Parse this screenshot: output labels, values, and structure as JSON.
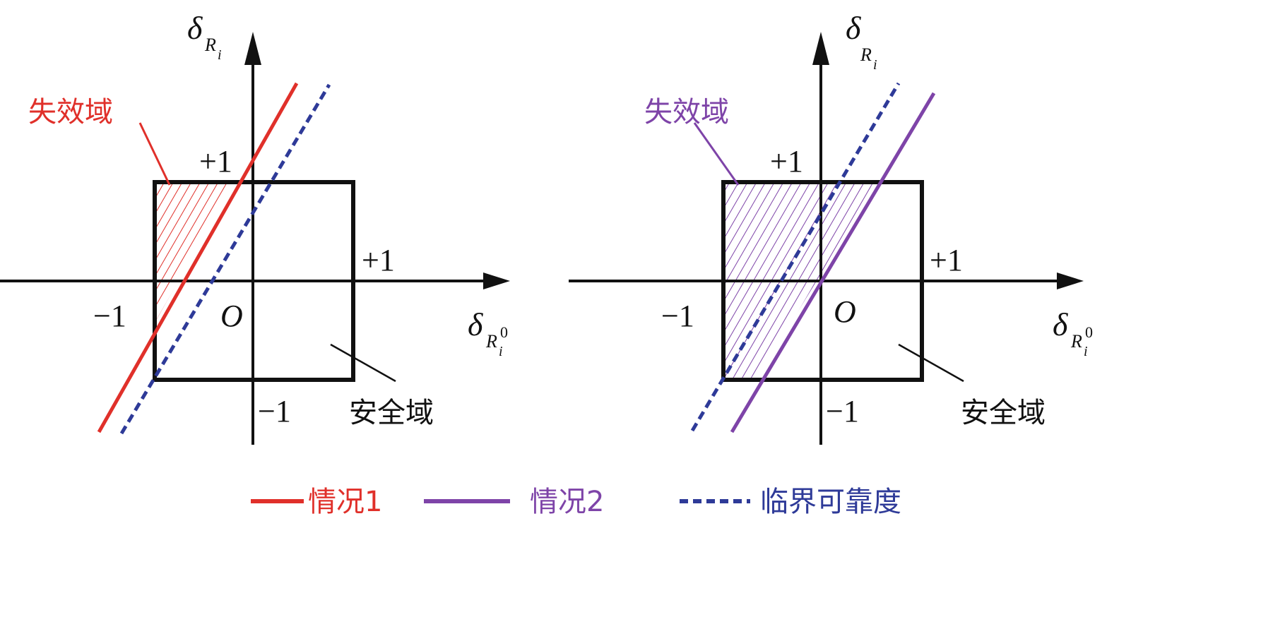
{
  "colors": {
    "case1": "#e0302a",
    "case2": "#7e44a8",
    "critical": "#2e3a98",
    "axis": "#111111"
  },
  "panels": [
    {
      "failure_label": "失效域",
      "safe_label": "安全域",
      "y_axis": {
        "symbol": "δ",
        "subscript": "R",
        "subsub": "i"
      },
      "x_axis": {
        "symbol": "δ",
        "subscript": "R",
        "subsub": "i",
        "superscript": "0"
      },
      "tick_pos_y": "+1",
      "tick_pos_x": "+1",
      "tick_neg_x": "−1",
      "tick_neg_y": "−1",
      "origin": "O"
    },
    {
      "failure_label": "失效域",
      "safe_label": "安全域",
      "y_axis": {
        "symbol": "δ",
        "subscript": "R",
        "subsub": "i"
      },
      "x_axis": {
        "symbol": "δ",
        "subscript": "R",
        "subsub": "i",
        "superscript": "0"
      },
      "tick_pos_y": "+1",
      "tick_pos_x": "+1",
      "tick_neg_x": "−1",
      "tick_neg_y": "−1",
      "origin": "O"
    }
  ],
  "legend": [
    {
      "label": "情况1",
      "style": "solid",
      "color_key": "case1"
    },
    {
      "label": "情况2",
      "style": "solid",
      "color_key": "case2"
    },
    {
      "label": "临界可靠度",
      "style": "dashed",
      "color_key": "critical"
    }
  ]
}
